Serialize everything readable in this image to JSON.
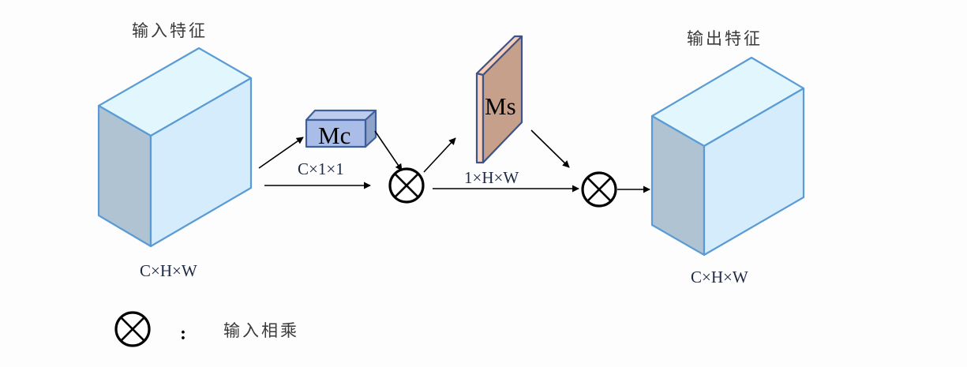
{
  "diagram": {
    "type": "attention-module-flow",
    "input_block": {
      "title": "输入特征",
      "dims": "C×H×W"
    },
    "channel_attention": {
      "label": "Mc",
      "dims": "C×1×1"
    },
    "spatial_attention": {
      "label": "Ms",
      "dims": "1×H×W"
    },
    "output_block": {
      "title": "输出特征",
      "dims": "C×H×W"
    },
    "legend": {
      "symbol": "⊗",
      "separator": ":",
      "description": "输入相乘"
    },
    "colors": {
      "cube_top": "#e1f6fd",
      "cube_front": "#d4ecfb",
      "cube_side": "#afc3d3",
      "cube_edge": "#5b9bd5",
      "mc_front": "#a9bde8",
      "mc_top": "#bccbee",
      "mc_side": "#8ea3ca",
      "mc_edge": "#3f5f9c",
      "ms_face": "#c6a08a",
      "ms_strip": "#f6cdb5",
      "ms_edge": "#3e5387",
      "arrow": "#000000"
    }
  }
}
